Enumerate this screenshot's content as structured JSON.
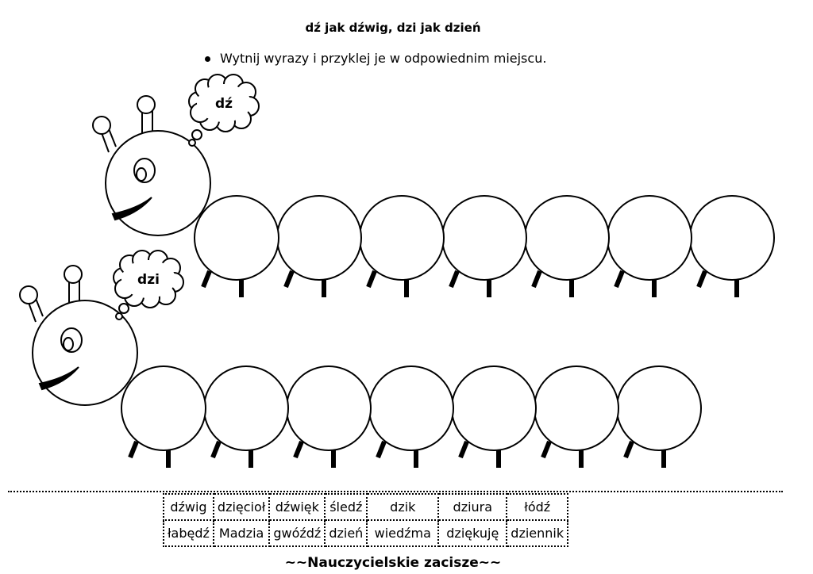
{
  "title": "dź jak dźwig, dzi jak dzień",
  "instruction": "Wytnij wyrazy i przyklej je w odpowiednim miejscu.",
  "caterpillars": [
    {
      "label": "dź",
      "segments": 7
    },
    {
      "label": "dzi",
      "segments": 7
    }
  ],
  "words": [
    [
      "dźwig",
      "dzięcioł",
      "dźwięk",
      "śledź",
      "dzik",
      "dziura",
      "łódź"
    ],
    [
      "łabędź",
      "Madzia",
      "gwóźdź",
      "dzień",
      "wiedźma",
      "dziękuję",
      "dziennik"
    ]
  ],
  "footer": "~~Nauczycielskie zacisze~~"
}
